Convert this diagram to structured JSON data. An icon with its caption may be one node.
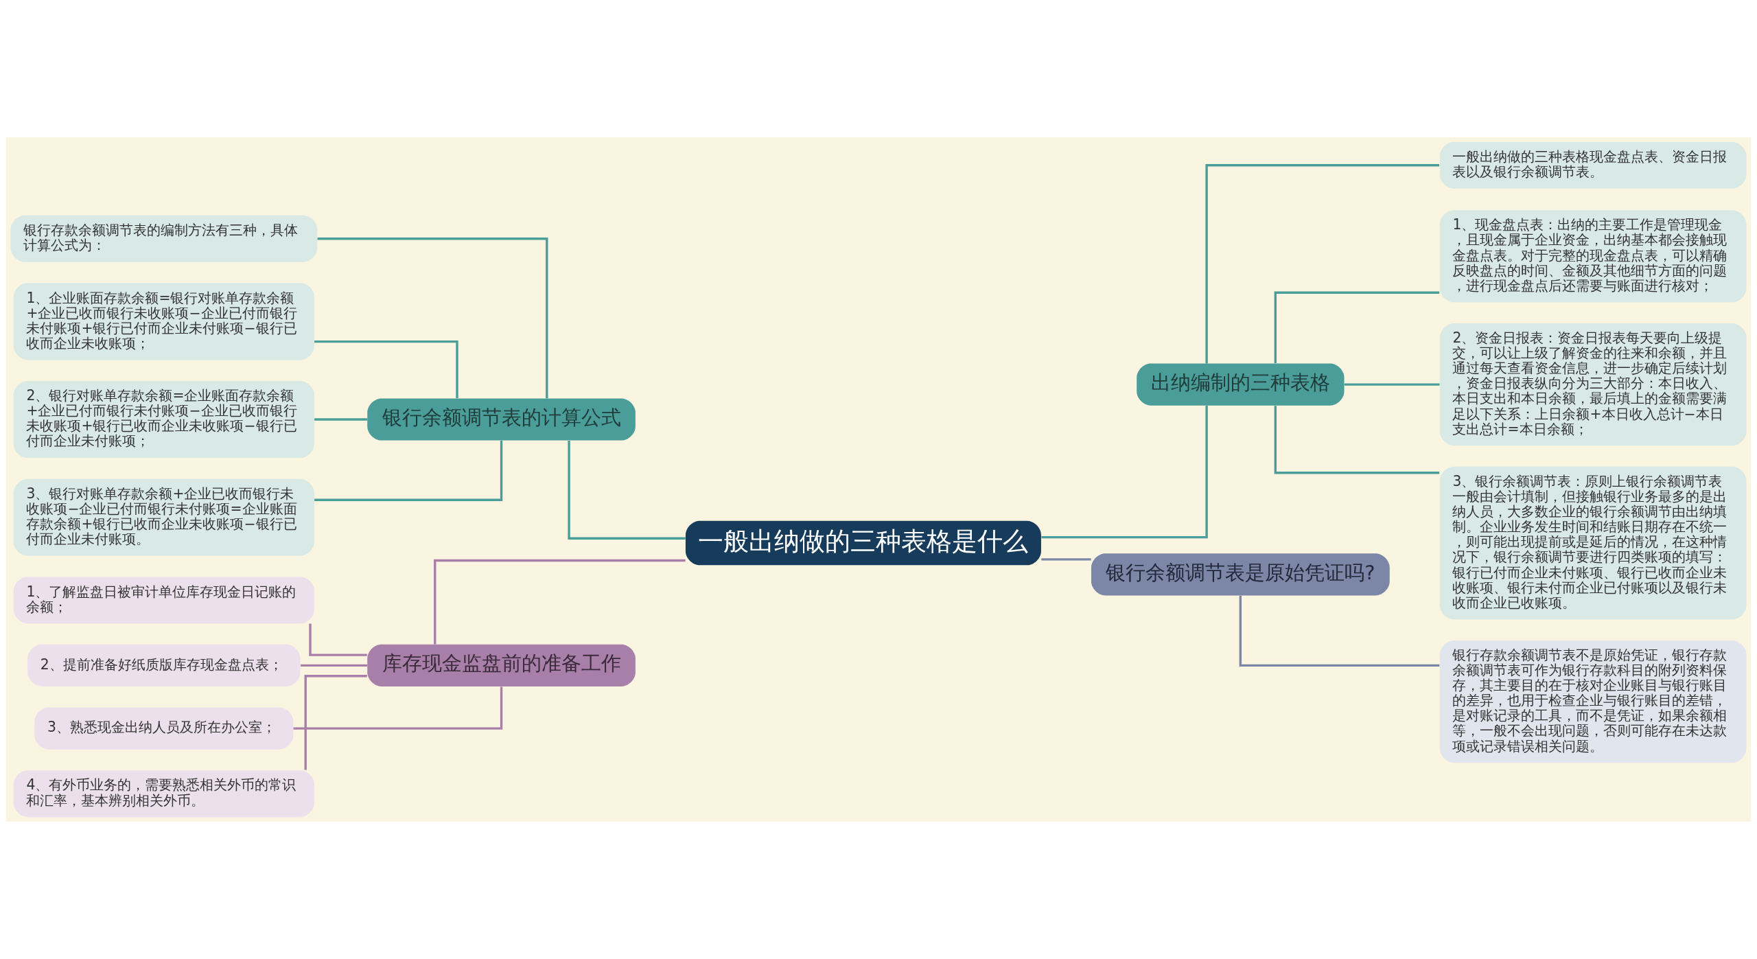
{
  "diagram": {
    "nodes": [
      {
        "text": [
          "一般出纳做的三种表格是什么"
        ]
      },
      {
        "text": [
          "银行余额调节表的计算公式"
        ]
      },
      {
        "text": [
          "银行存款余额调节表的编制方法有三种，具体计算公式为："
        ]
      },
      {
        "text": [
          "1、企业账面存款余额=银行对账单存款余额+企业已收而银行未收账项−企业已付而银行未付账项+银行已付而企业未付账项−银行已收而企业未收账项；"
        ]
      },
      {
        "text": [
          "2、银行对账单存款余额=企业账面存款余额+企业已付而银行未付账项−企业已收而银行未收账项+银行已收而企业未收账项−银行已付而企业未付账项；"
        ]
      },
      {
        "text": [
          "3、银行对账单存款余额+企业已收而银行未收账项−企业已付而银行未付账项=企业账面存款余额+银行已收而企业未收账项−银行已付而企业未付账项。"
        ]
      },
      {
        "text": [
          "库存现金监盘前的准备工作"
        ]
      },
      {
        "text": [
          "1、了解监盘日被审计单位库存现金日记账的余额；"
        ]
      },
      {
        "text": [
          "2、提前准备好纸质版库存现金盘点表；"
        ]
      },
      {
        "text": [
          "3、熟悉现金出纳人员及所在办公室；"
        ]
      },
      {
        "text": [
          "4、有外币业务的，需要熟悉相关外币的常识和汇率，基本辨别相关外币。"
        ]
      },
      {
        "text": [
          "出纳编制的三种表格"
        ]
      },
      {
        "text": [
          "一般出纳做的三种表格现金盘点表、资金日报表以及银行余额调节表。"
        ]
      },
      {
        "text": [
          "1、现金盘点表：出纳的主要工作是管理现金，且现金属于企业资金，出纳基本都会接触现金盘点表。对于完整的现金盘点表，可以精确反映盘点的时间、金额及其他细节方面的问题，进行现金盘点后还需要与账面进行核对；"
        ]
      },
      {
        "text": [
          "2、资金日报表：资金日报表每天要向上级提交，可以让上级了解资金的往来和余额，并且通过每天查看资金信息，进一步确定后续计划，资金日报表纵向分为三大部分：本日收入、本日支出和本日余额，最后填上的金额需要满足以下关系：上日余额+本日收入总计−本日支出总计=本日余额；"
        ]
      },
      {
        "text": [
          "3、银行余额调节表：原则上银行余额调节表一般由会计填制，但接触银行业务最多的是出纳人员，大多数企业的银行余额调节由出纳填制。企业业务发生时间和结账日期存在不统一，则可能出现提前或是延后的情况，在这种情况下，银行余额调节要进行四类账项的填写：银行已付而企业未付账项、银行已收而企业未收账项、银行未付而企业已付账项以及银行未收而企业已收账项。"
        ]
      },
      {
        "text": [
          "银行余额调节表是原始凭证吗?"
        ]
      },
      {
        "text": [
          "银行存款余额调节表不是原始凭证，银行存款余额调节表可作为银行存款科目的附列资料保存，其主要目的在于核对企业账目与银行账目的差异，也用于检查企业与银行账目的差错，是对账记录的工具，而不是凭证，如果余额相等，一般不会出现问题，否则可能存在未达款项或记录错误相关问题。"
        ]
      }
    ],
    "edges": [
      {
        "from": 0,
        "to": 1,
        "arrow": "none"
      },
      {
        "from": 1,
        "to": 2,
        "arrow": "none"
      },
      {
        "from": 1,
        "to": 3,
        "arrow": "none"
      },
      {
        "from": 1,
        "to": 4,
        "arrow": "none"
      },
      {
        "from": 1,
        "to": 5,
        "arrow": "none"
      },
      {
        "from": 0,
        "to": 6,
        "arrow": "none",
        "color": "#a77fa8"
      },
      {
        "from": 6,
        "to": 7,
        "arrow": "none",
        "color": "#a77fa8"
      },
      {
        "from": 6,
        "to": 8,
        "arrow": "none",
        "color": "#a77fa8"
      },
      {
        "from": 6,
        "to": 9,
        "arrow": "none",
        "color": "#a77fa8"
      },
      {
        "from": 6,
        "to": 10,
        "arrow": "none",
        "color": "#a77fa8"
      },
      {
        "from": 0,
        "to": 11,
        "arrow": "none"
      },
      {
        "from": 11,
        "to": 12,
        "arrow": "none"
      },
      {
        "from": 11,
        "to": 13,
        "arrow": "none"
      },
      {
        "from": 11,
        "to": 14,
        "arrow": "none"
      },
      {
        "from": 11,
        "to": 15,
        "arrow": "none"
      },
      {
        "from": 0,
        "to": 16,
        "arrow": "none",
        "color": "#7c87a7"
      },
      {
        "from": 16,
        "to": 17,
        "arrow": "none",
        "color": "#7c87a7"
      }
    ]
  }
}
